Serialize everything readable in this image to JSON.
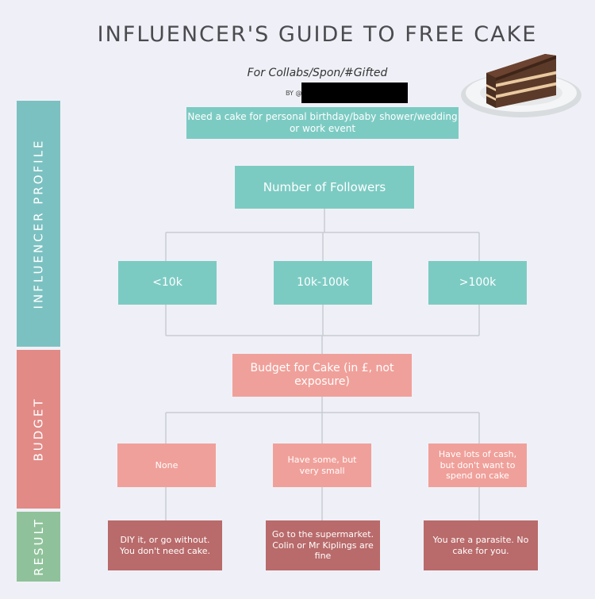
{
  "header": {
    "title": "INFLUENCER'S GUIDE TO FREE CAKE",
    "subtitle": "For Collabs/Spon/#Gifted",
    "byline": "BY @"
  },
  "sidebar": {
    "profile_label": "INFLUENCER PROFILE",
    "budget_label": "BUDGET",
    "result_label": "RESULT"
  },
  "nodes": {
    "need": "Need a cake for personal birthday/baby shower/wedding or work event",
    "followers": "Number of Followers",
    "lt10k": "<10k",
    "mid": "10k-100k",
    "gt100k": ">100k",
    "budget": "Budget for Cake (in £, not exposure)",
    "none": "None",
    "some": "Have some, but very small",
    "lots": "Have lots of cash, but don't want to spend on cake",
    "result1": "DIY it, or go without. You don't need cake.",
    "result2": "Go to the supermarket. Colin or Mr Kiplings are fine",
    "result3": "You are a parasite. No cake for you."
  },
  "colors": {
    "teal_box": "#7ccbc3",
    "pink_box": "#f0a09a",
    "result_box": "#b96a6a",
    "profile_bar": "#7cc1c1",
    "budget_bar": "#e28a86",
    "result_bar": "#8fc29a",
    "background": "#eff0f7"
  },
  "icons": {
    "cake": "cake-slice-icon"
  }
}
